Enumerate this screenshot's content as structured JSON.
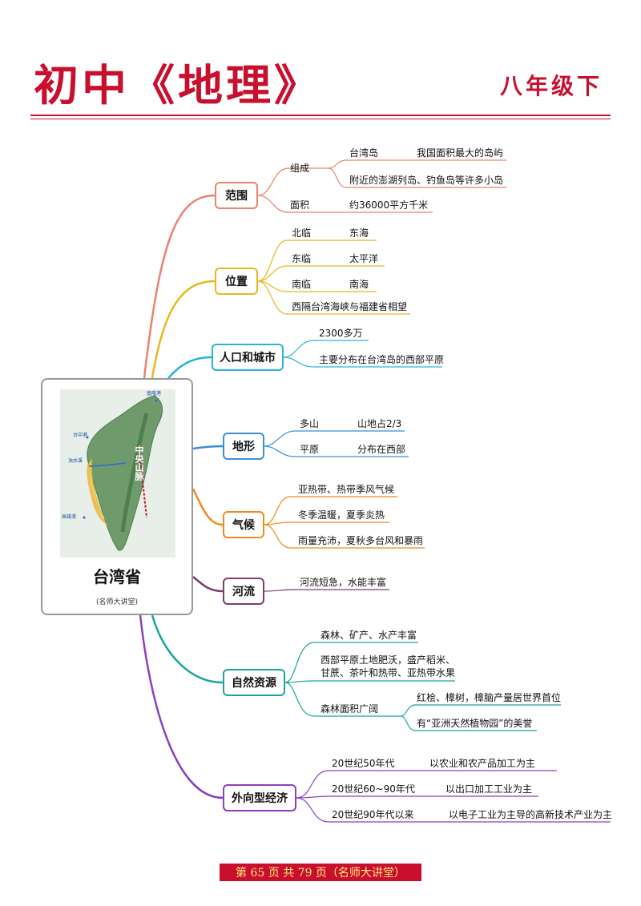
{
  "header": {
    "title": "初中《地理》",
    "grade": "八年级下"
  },
  "center": {
    "title": "台湾省",
    "subtitle": "(名师大讲堂)"
  },
  "branches": {
    "fanwei": {
      "label": "范围",
      "zucheng": "组成",
      "taiwandao": "台湾岛",
      "taiwandao_desc": "我国面积最大的岛屿",
      "islands": "附近的澎湖列岛、钓鱼岛等许多小岛",
      "mianji": "面积",
      "mianji_val": "约36000平方千米"
    },
    "weizhi": {
      "label": "位置",
      "beilin": "北临",
      "donghai": "东海",
      "donglin": "东临",
      "taipingyang": "太平洋",
      "nanlin": "南临",
      "nanhai": "南海",
      "strait": "西隔台湾海峡与福建省相望"
    },
    "renkou": {
      "label": "人口和城市",
      "pop": "2300多万",
      "dist": "主要分布在台湾岛的西部平原"
    },
    "dixing": {
      "label": "地形",
      "duoshan": "多山",
      "shandi": "山地占2/3",
      "pingyuan": "平原",
      "fenbu": "分布在西部"
    },
    "qihou": {
      "label": "气候",
      "c1": "亚热带、热带季风气候",
      "c2": "冬季温暖，夏季炎热",
      "c3": "雨量充沛，夏秋多台风和暴雨"
    },
    "heliu": {
      "label": "河流",
      "r1": "河流短急，水能丰富"
    },
    "ziran": {
      "label": "自然资源",
      "n1": "森林、矿产、水产丰富",
      "n2a": "西部平原土地肥沃，盛产稻米、",
      "n2b": "甘蔗、茶叶和热带、亚热带水果",
      "forest": "森林面积广阔",
      "f1": "红桧、樟树，樟脑产量居世界首位",
      "f2": "有“亚洲天然植物园”的美誉"
    },
    "jingji": {
      "label": "外向型经济",
      "e1a": "20世纪50年代",
      "e1b": "以农业和农产品加工为主",
      "e2a": "20世纪60~90年代",
      "e2b": "以出口加工工业为主",
      "e3a": "20世纪90年代以来",
      "e3b": "以电子工业为主导的高新技术产业为主"
    }
  },
  "map_labels": {
    "a": "基隆港",
    "b": "台中港",
    "c": "浊水溪",
    "d": "中央山脉",
    "e": "高雄港"
  },
  "footer": {
    "text": "第 65 页 共 79 页（名师大讲堂）"
  },
  "colors": {
    "title_red": "#c8102e",
    "fanwei": "#e8836e",
    "weizhi": "#e8b820",
    "renkou": "#2ab3d6",
    "dixing": "#3a8fd6",
    "qihou": "#f08a1e",
    "heliu": "#7a3d6e",
    "ziran": "#1aa59a",
    "jingji": "#8e3fbf"
  }
}
